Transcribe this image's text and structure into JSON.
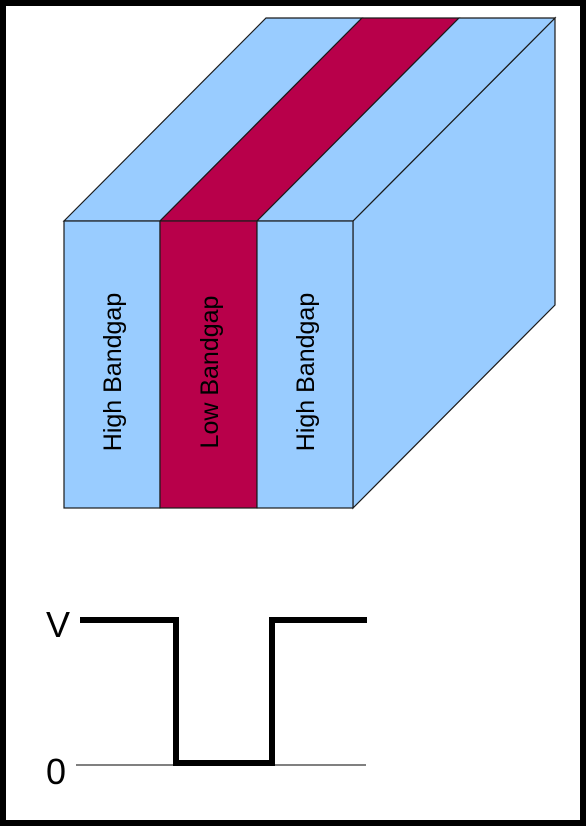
{
  "layers": [
    {
      "label": "High Bandgap",
      "color": "#99ccff"
    },
    {
      "label": "Low Bandgap",
      "color": "#b8004a"
    },
    {
      "label": "High Bandgap",
      "color": "#99ccff"
    }
  ],
  "side_face_color": "#99ccff",
  "potential_profile": {
    "labels": {
      "high": "V",
      "low": "0"
    },
    "line_color": "#000000"
  }
}
